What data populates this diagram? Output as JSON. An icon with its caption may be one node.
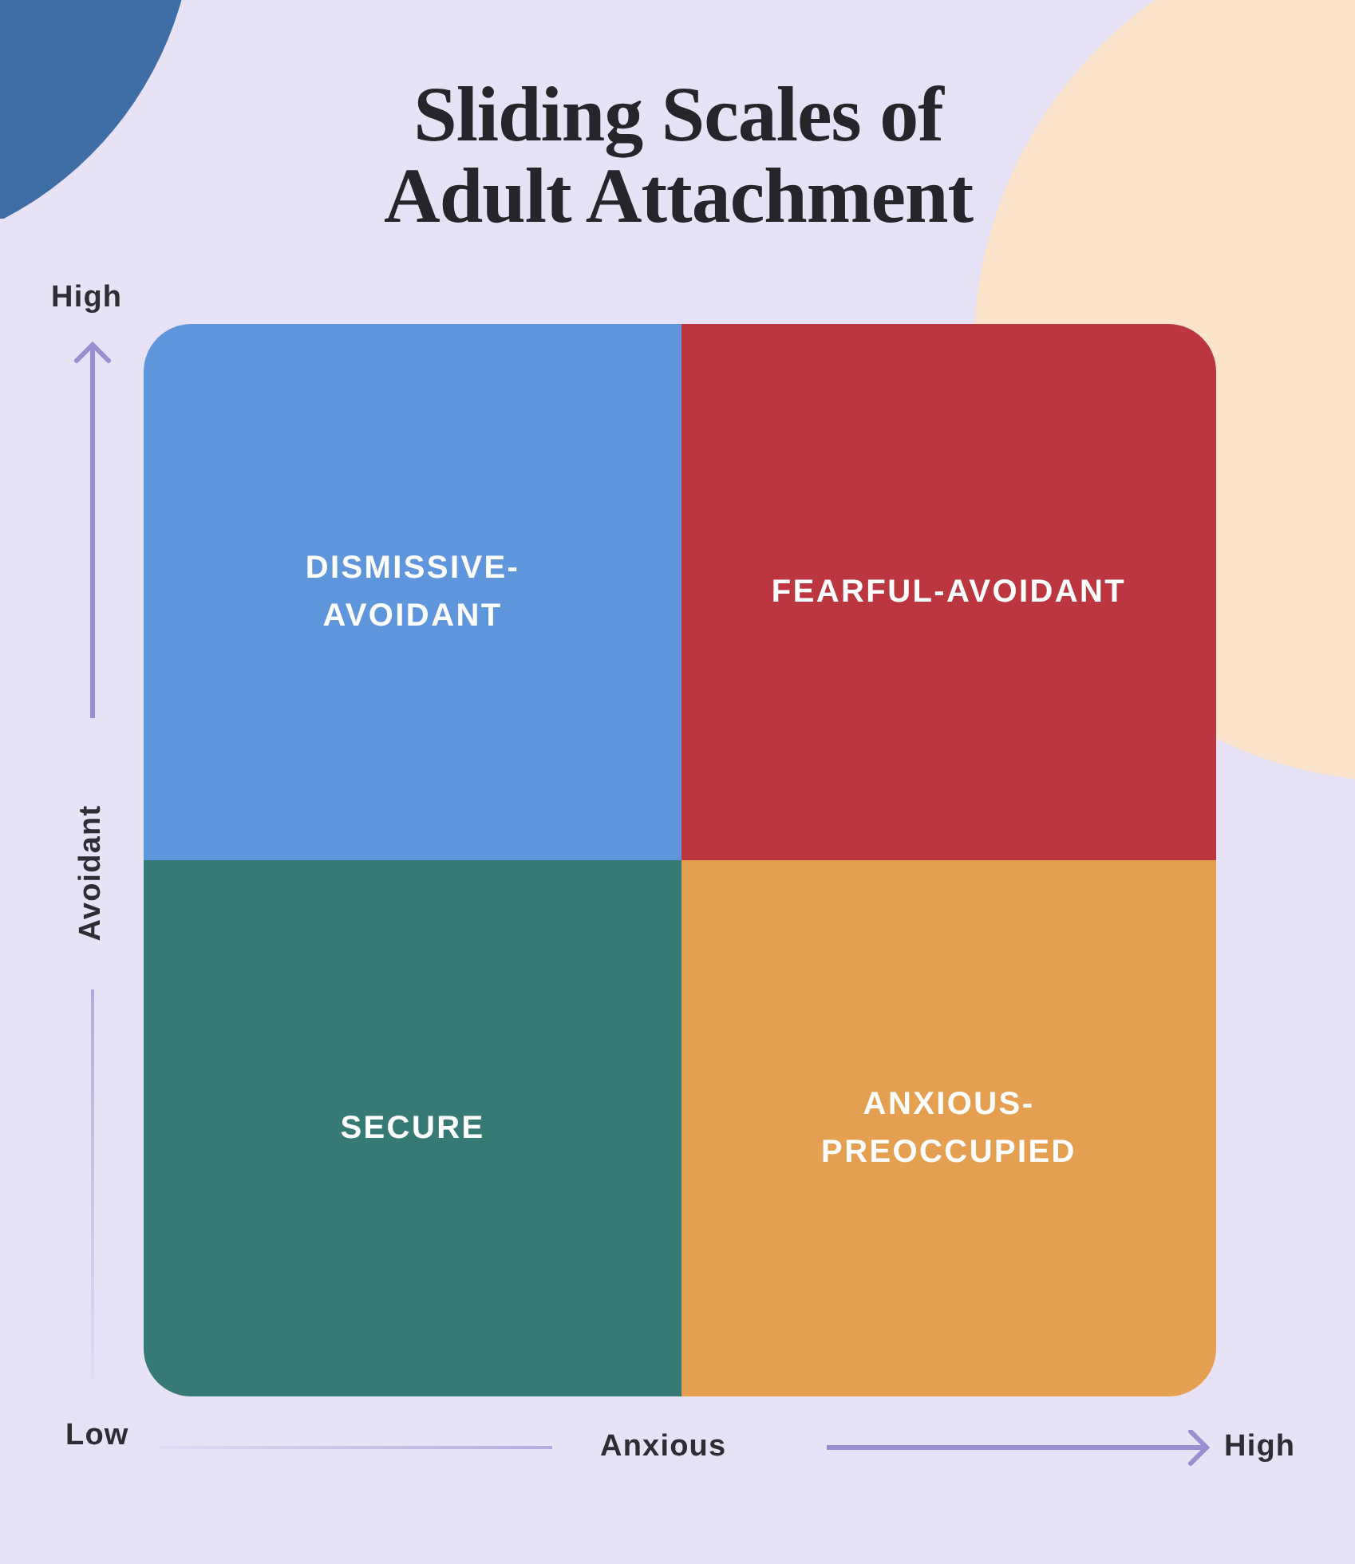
{
  "diagram": {
    "title": "Sliding Scales of Adult Attachment",
    "nodes": [
      {
        "text": [
          "DISMISSIVE-AVOIDANT"
        ]
      },
      {
        "text": [
          "FEARFUL-AVOIDANT"
        ]
      },
      {
        "text": [
          "SECURE"
        ]
      },
      {
        "text": [
          "ANXIOUS-PREOCCUPIED"
        ]
      }
    ],
    "labels": [
      "High",
      "Avoidant",
      "Low",
      "Anxious",
      "High"
    ]
  }
}
